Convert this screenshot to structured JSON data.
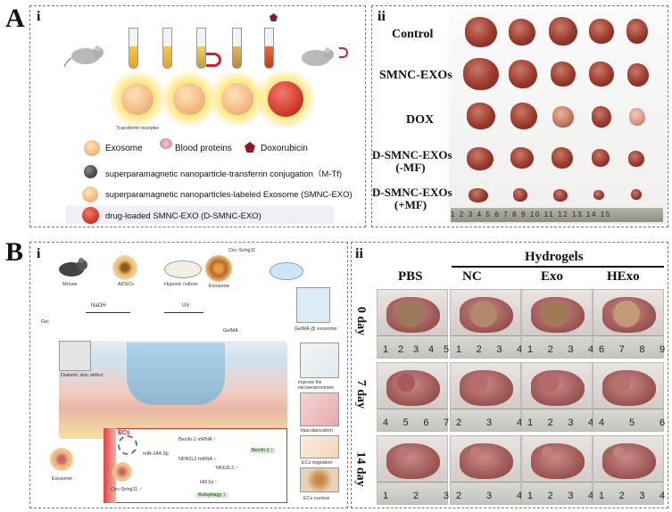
{
  "labels": {
    "panel_a": "A",
    "panel_b": "B",
    "sub_a_i": "i",
    "sub_a_ii": "ii",
    "sub_b_i": "i",
    "sub_b_ii": "ii"
  },
  "a_i": {
    "transferrin": "Transferrin receptor",
    "legend": {
      "exosome": "Exosome",
      "blood_proteins": "Blood proteins",
      "doxorubicin": "Doxorubicin",
      "m_tf": "superparamagnetic nanoparticle-transferrin conjugation（M-Tf)",
      "smnc_exo": "superparamagnetic nanoparticles-labeled Exosome (SMNC-EXO)",
      "d_smnc_exo": "drug-loaded SMNC-EXO (D-SMNC-EXO)"
    }
  },
  "a_ii": {
    "rows": [
      "Control",
      "SMNC-EXOs",
      "DOX",
      "D-SMNC-EXOs\n(-MF)",
      "D-SMNC-EXOs\n(+MF)"
    ],
    "ruler": "1 2 3 4 5 6 7 8 9 10 11 12 13 14 15"
  },
  "b_i": {
    "mouse": "Mouse",
    "adscs": "ADSCs",
    "hypoxic": "Hypoxic culture",
    "exosome": "Exosome",
    "circ": "Circ-Snhg11",
    "naoh": "NaOH",
    "uv": "UV",
    "gel": "Gel",
    "gelma": "GelMA",
    "gelma_exo": "GelMA @ exosome",
    "defect": "Diabetic skin defect",
    "side": [
      "Improve the microenvironment",
      "Vascularization",
      "ECs migration",
      "ECs survive"
    ],
    "ecs": "ECs",
    "exosome2": "Exosome",
    "circ2": "Circ-Snhg11 ↑",
    "mir": "miR-144-3p",
    "bs": "Beclin-1 mRNA ↑",
    "nrf": "NFR2L2 mRNA ↑",
    "nfe": "NFE2L2 ↑",
    "beclin": "Beclin-1 ↑",
    "hif": "HIF1α ↑",
    "auto": "Autophagy ↑"
  },
  "b_ii": {
    "hydrogels": "Hydrogels",
    "cols": [
      "PBS",
      "NC",
      "Exo",
      "HExo"
    ],
    "rows": [
      "0 day",
      "7 day",
      "14 day"
    ],
    "rulers": [
      [
        "1",
        "2",
        "3",
        "4",
        "5"
      ],
      [
        "1",
        "2",
        "3",
        "4"
      ],
      [
        "1",
        "2",
        "3",
        "4"
      ],
      [
        "6",
        "7",
        "8",
        "9"
      ],
      [
        "4",
        "5",
        "6",
        "7"
      ],
      [
        "2",
        "3",
        "4"
      ],
      [
        "1",
        "2",
        "3",
        "4"
      ],
      [
        "4",
        "5",
        "6"
      ],
      [
        "1",
        "2",
        "3"
      ],
      [
        "2",
        "3",
        "4"
      ],
      [
        "1",
        "2",
        "3",
        "4"
      ],
      [
        "1",
        "2",
        "3",
        "4"
      ]
    ]
  }
}
